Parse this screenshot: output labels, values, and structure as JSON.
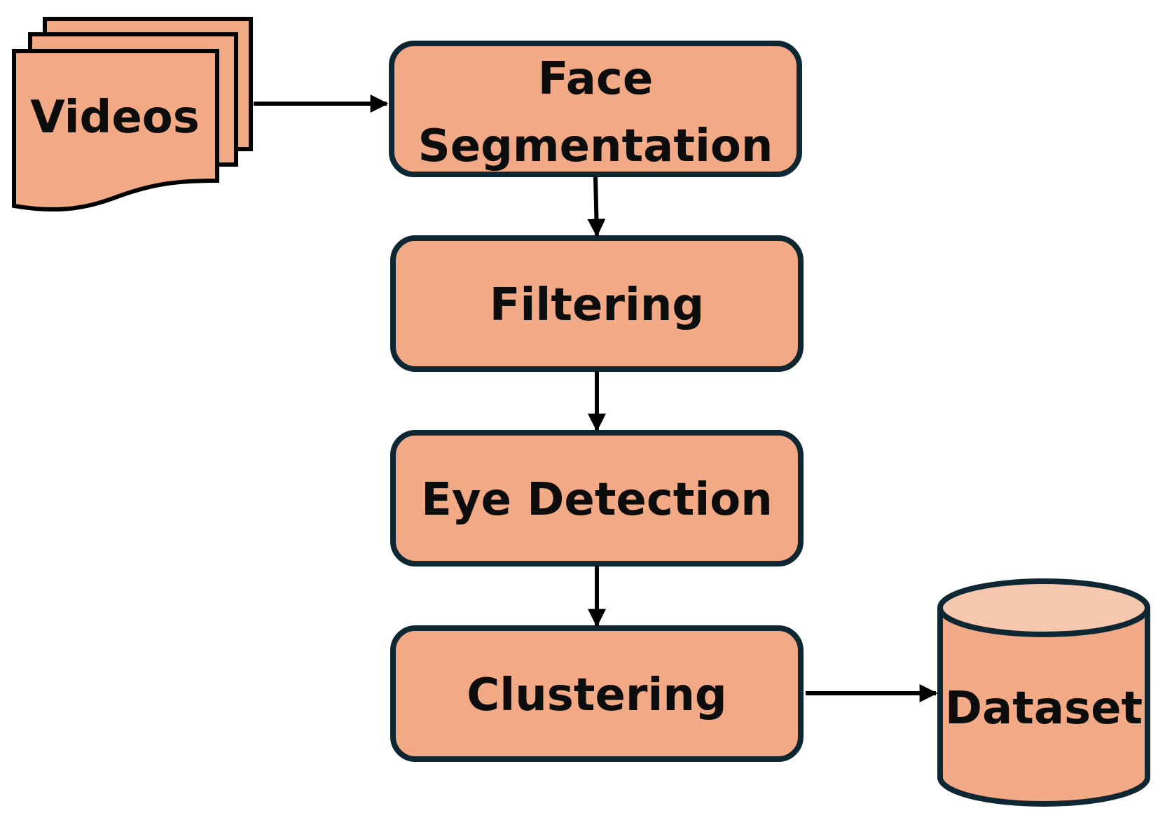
{
  "diagram": {
    "colors": {
      "box_fill": "#F2AA86",
      "box_stroke": "#0F2633",
      "cylinder_top_fill": "#F5C7AE",
      "arrow": "#000000",
      "text": "#0d0d0d"
    },
    "videos": {
      "label": "Videos"
    },
    "steps": {
      "face_segmentation": {
        "line1": "Face",
        "line2": "Segmentation"
      },
      "filtering": {
        "label": "Filtering"
      },
      "eye_detection": {
        "label": "Eye Detection"
      },
      "clustering": {
        "label": "Clustering"
      }
    },
    "dataset": {
      "label": "Dataset"
    }
  }
}
